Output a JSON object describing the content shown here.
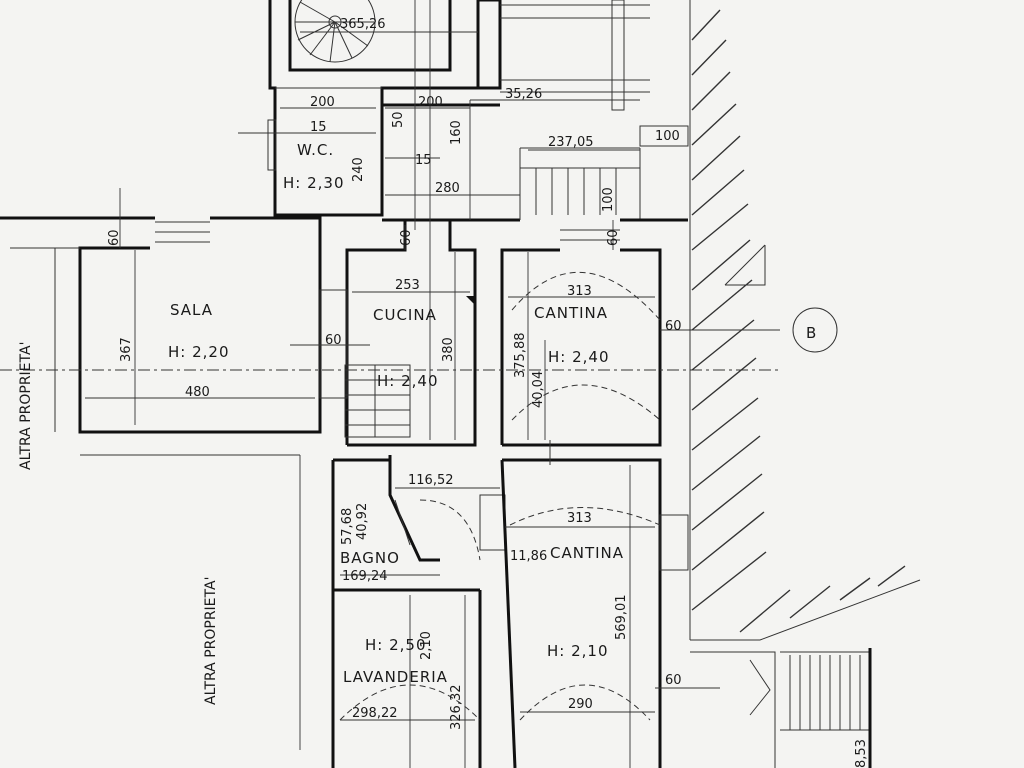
{
  "rooms": {
    "sala": {
      "name": "SALA",
      "height": "H: 2,20"
    },
    "wc": {
      "name": "W.C.",
      "height": "H: 2,30"
    },
    "cucina": {
      "name": "CUCINA",
      "height": "H: 2,40"
    },
    "cantina1": {
      "name": "CANTINA",
      "height": "H: 2,40"
    },
    "cantina2": {
      "name": "CANTINA",
      "height": "H: 2,10"
    },
    "bagno": {
      "name": "BAGNO"
    },
    "lavanderia": {
      "name": "LAVANDERIA",
      "height": "H: 2,50"
    }
  },
  "labels": {
    "altra_left": "ALTRA PROPRIETA'",
    "altra_mid": "ALTRA PROPRIETA'",
    "section": "B"
  },
  "dimensions": {
    "d365": "365,26",
    "d200a": "200",
    "d200b": "200",
    "d3526": "35,26",
    "d15a": "15",
    "d15b": "15",
    "d50": "50",
    "d160": "160",
    "d240": "240",
    "d23705": "237,05",
    "d100a": "100",
    "d100b": "100",
    "d280": "280",
    "d60a": "60",
    "d60b": "60",
    "d60c": "60",
    "d60d": "60",
    "d60e": "60",
    "d60f": "60",
    "d367": "367",
    "d480": "480",
    "d253": "253",
    "d380": "380",
    "d313a": "313",
    "d37588": "375,88",
    "d4004": "40,04",
    "d11652": "116,52",
    "d5768": "57,68",
    "d4092": "40,92",
    "d16924": "169,24",
    "d313b": "313",
    "d1186": "11,86",
    "d56901": "569,01",
    "d210": "2,10",
    "d32632": "326,32",
    "d29822": "298,22",
    "d290": "290",
    "d853": "8,53"
  }
}
